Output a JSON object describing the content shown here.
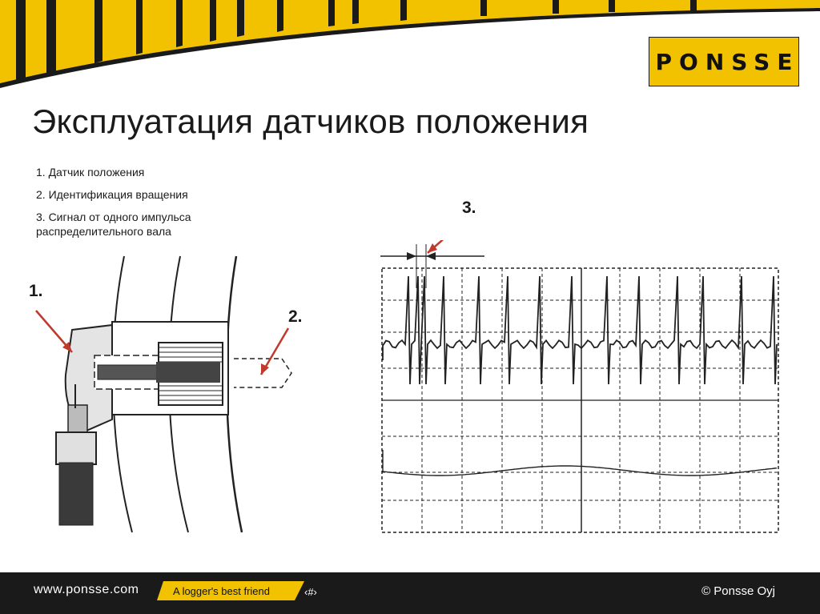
{
  "logo": {
    "text": "PONSSE",
    "color": "#f2c200"
  },
  "title": "Эксплуатация датчиков положения",
  "list": [
    "1. Датчик положения",
    "2. Идентификация вращения",
    "3. Сигнал от одного импульса",
    "распределительного вала"
  ],
  "callouts": {
    "c1": "1.",
    "c2": "2.",
    "c3": "3."
  },
  "footer": {
    "url": "www.ponsse.com",
    "tagline": "A logger's best friend",
    "page": "‹#›",
    "copyright": "© Ponsse Oyj"
  },
  "colors": {
    "accent": "#f2c200",
    "dark": "#1a1a1a",
    "arrow": "#c0392b"
  }
}
